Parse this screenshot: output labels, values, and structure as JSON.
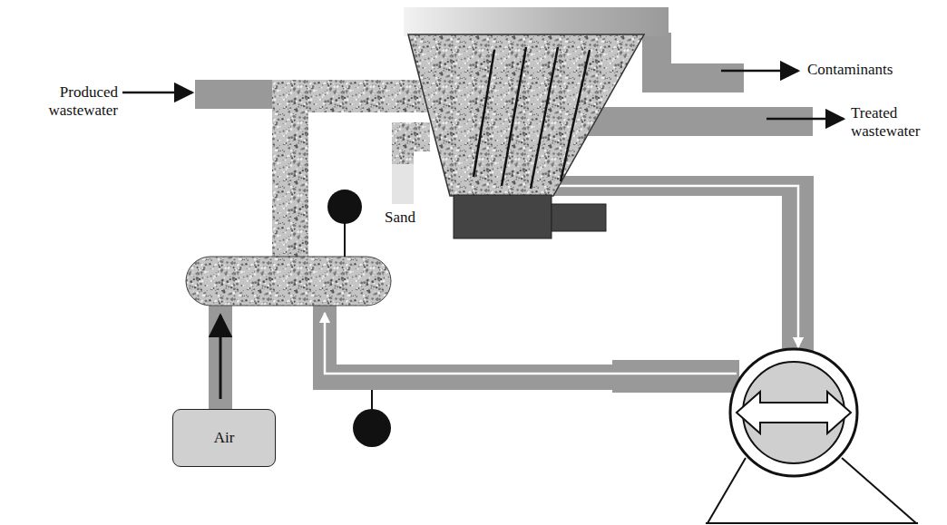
{
  "diagram": {
    "nodes": [
      {
        "text": [
          "Air"
        ]
      }
    ],
    "labels": [
      "Produced wastewater",
      "Contaminants",
      "Treated wastewater",
      "Sand"
    ]
  }
}
